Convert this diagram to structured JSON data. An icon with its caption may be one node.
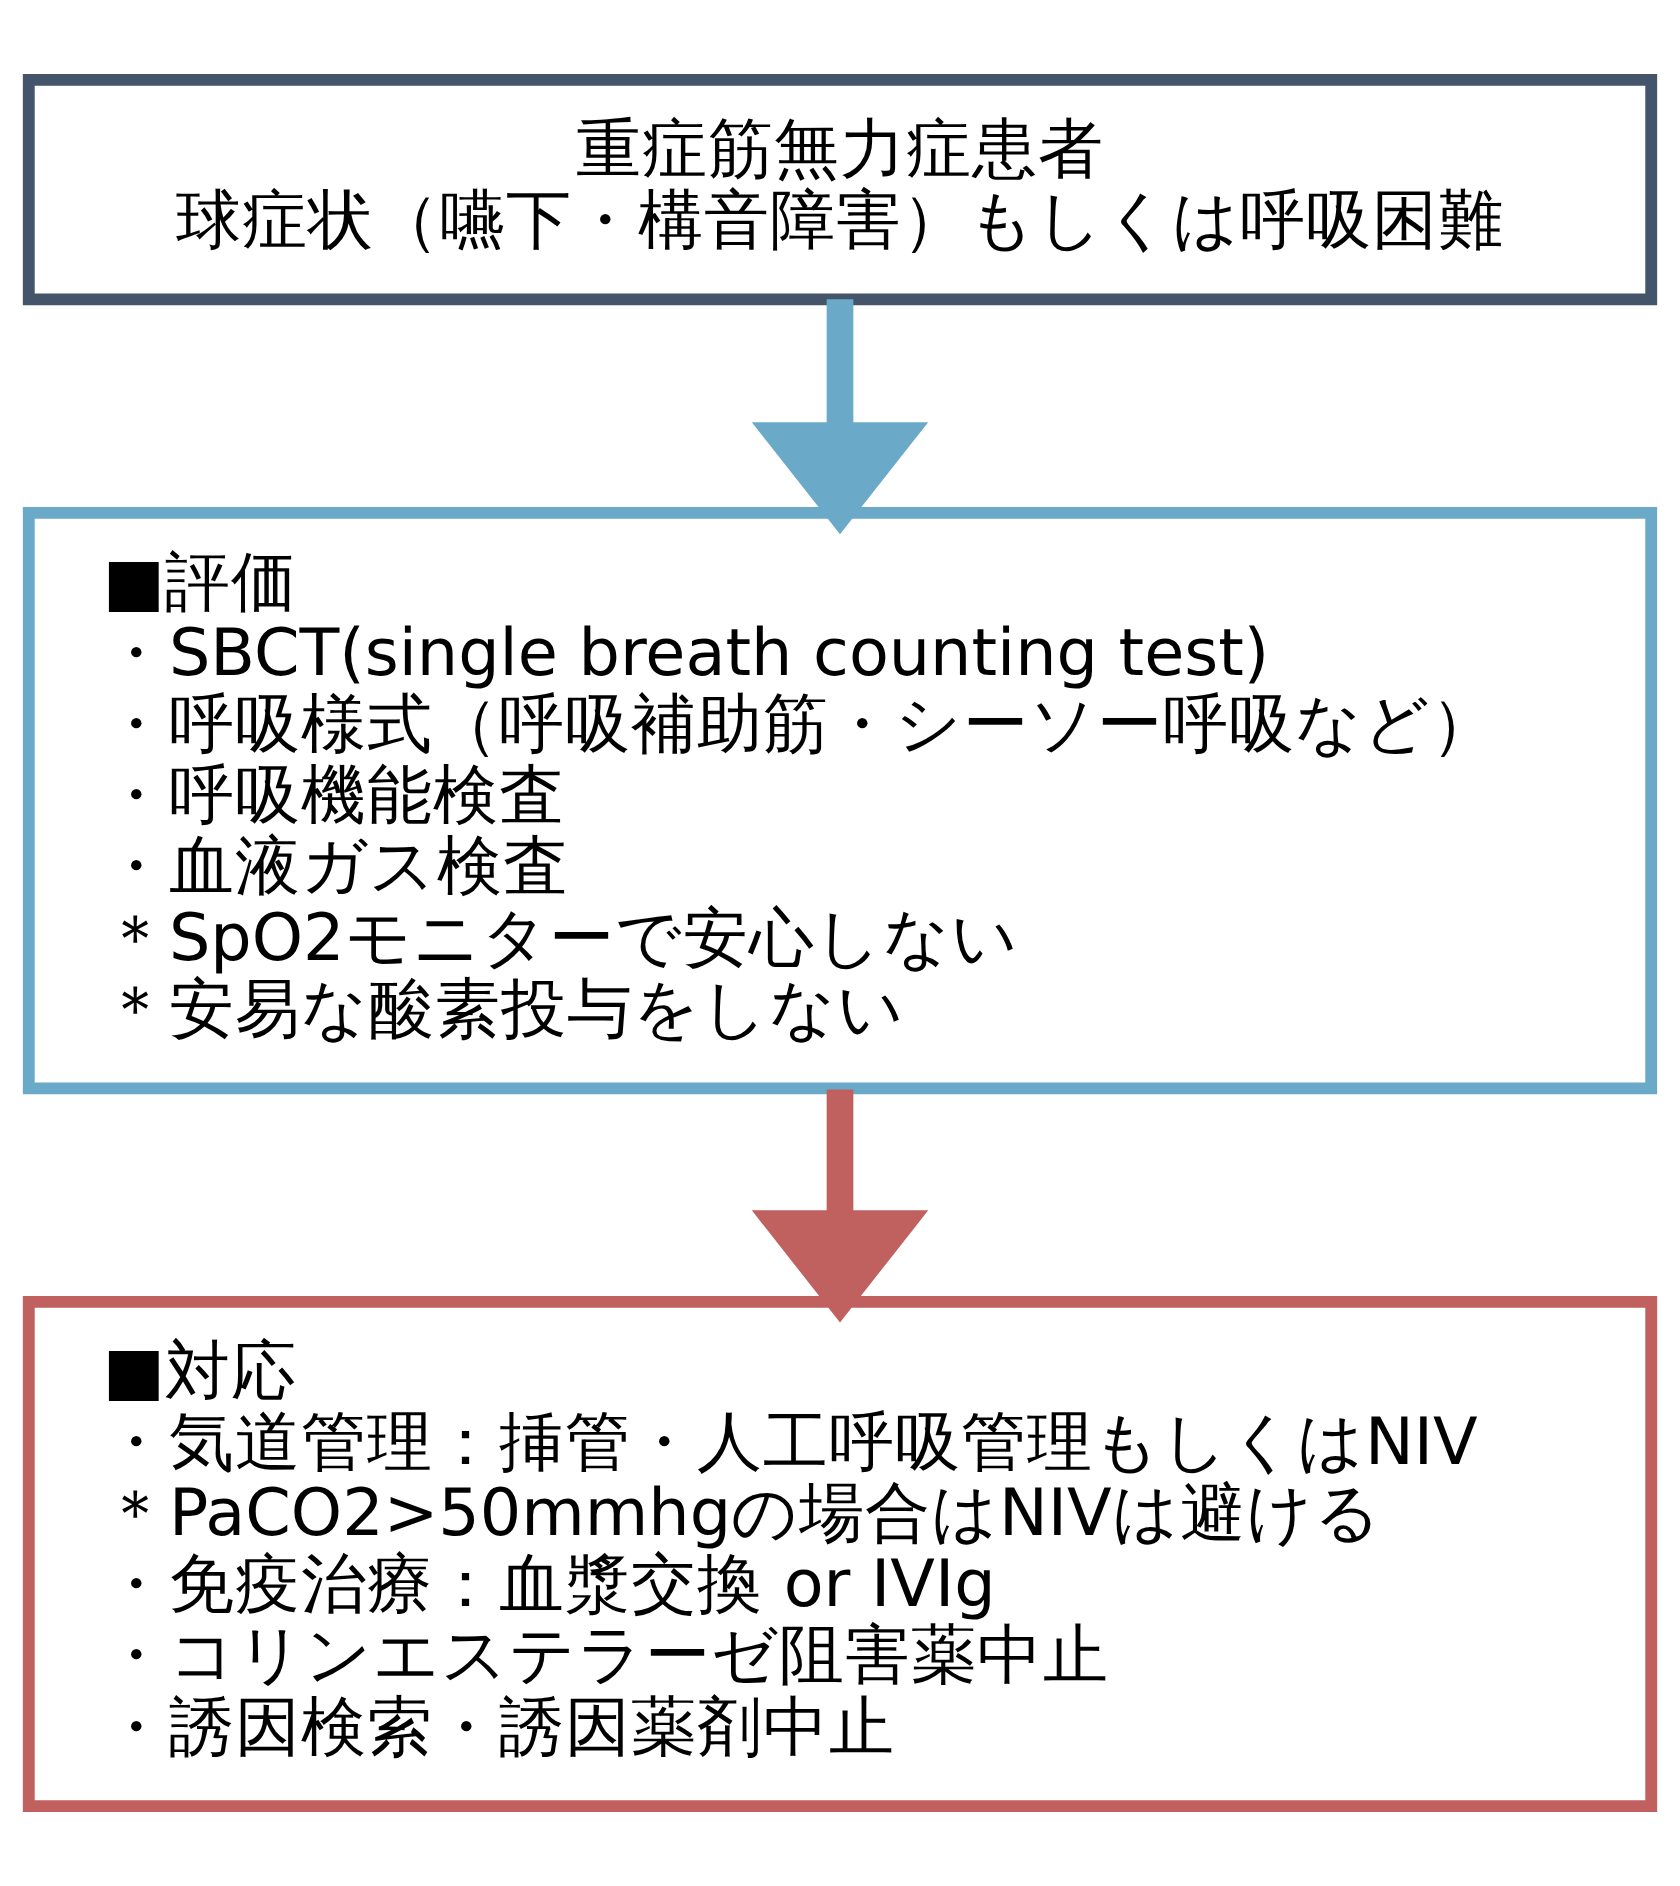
{
  "diagram": {
    "nodes": [
      {
        "text": [
          "重症筋無力症患者",
          "球症状（嚥下・構音障害）もしくは呼吸困難"
        ]
      },
      {
        "text": [
          "■評価",
          "・SBCT(single breath counting test)",
          "・呼吸様式（呼吸補助筋・シーソー呼吸など）",
          "・呼吸機能検査",
          "・血液ガス検査",
          "＊SpO2モニターで安心しない",
          "＊安易な酸素投与をしない"
        ]
      },
      {
        "text": [
          "■対応",
          "・気道管理：挿管・人工呼吸管理もしくはNIV",
          "＊PaCO2>50mmhgの場合はNIVは避ける",
          "・免疫治療：血漿交換 or IVIg",
          "・コリンエステラーゼ阻害薬中止",
          "・誘因検索・誘因薬剤中止"
        ]
      }
    ],
    "edges": [
      {
        "from": 0,
        "to": 1,
        "arrow": "to",
        "color": "#6aaac8"
      },
      {
        "from": 1,
        "to": 2,
        "arrow": "to",
        "color": "#c0605f"
      }
    ]
  }
}
